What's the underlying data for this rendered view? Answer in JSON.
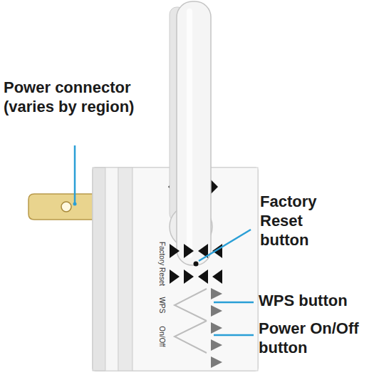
{
  "diagram": {
    "labels": [
      "Power connector (varies by region)",
      "Factory Reset button",
      "WPS button",
      "Power On/Off button",
      "Factory Reset",
      "WPS",
      "On/Off"
    ]
  }
}
